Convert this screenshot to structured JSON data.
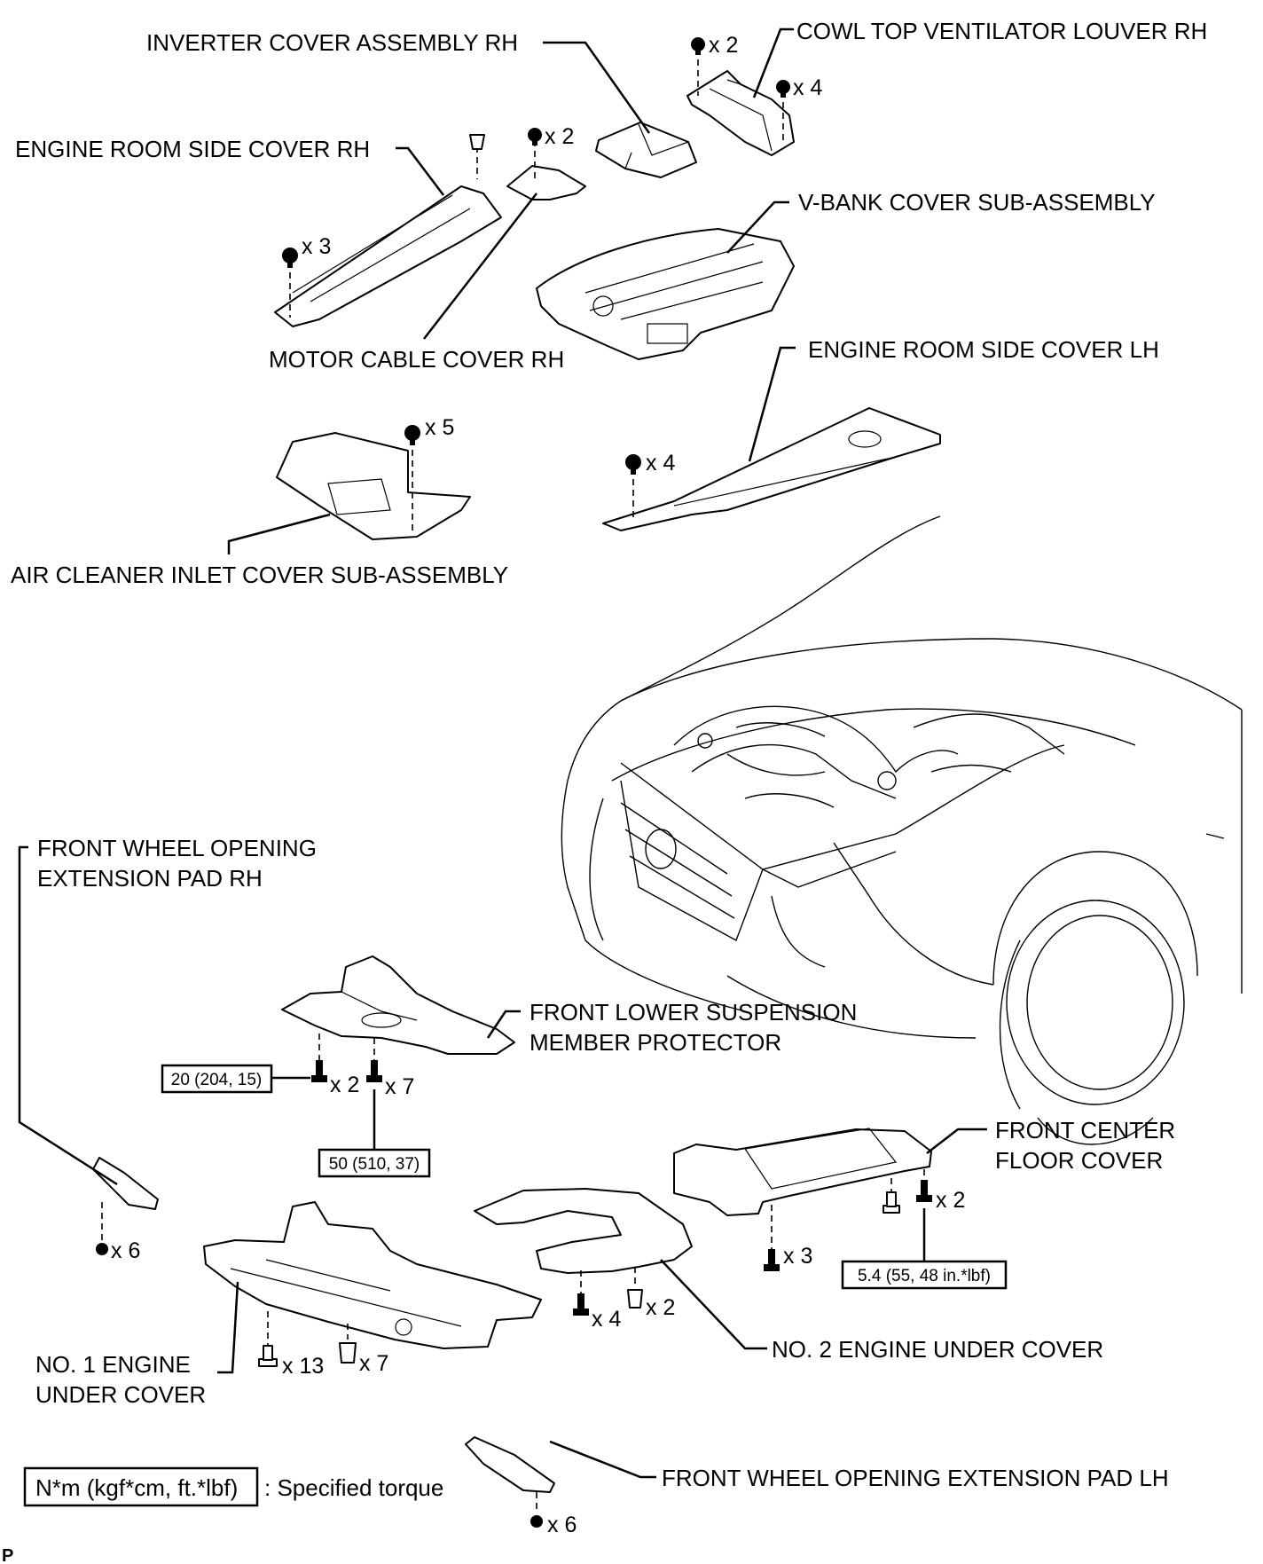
{
  "labels": {
    "inverter_cover_rh": "INVERTER COVER ASSEMBLY RH",
    "cowl_top_louver_rh": "COWL TOP VENTILATOR LOUVER RH",
    "engine_room_side_cover_rh": "ENGINE ROOM SIDE COVER RH",
    "v_bank_cover": "V-BANK COVER SUB-ASSEMBLY",
    "motor_cable_cover_rh": "MOTOR CABLE COVER RH",
    "engine_room_side_cover_lh": "ENGINE ROOM SIDE COVER LH",
    "air_cleaner_inlet_cover": "AIR CLEANER INLET COVER SUB-ASSEMBLY",
    "front_wheel_pad_rh_line1": "FRONT WHEEL OPENING",
    "front_wheel_pad_rh_line2": "EXTENSION PAD RH",
    "front_lower_protector_line1": "FRONT LOWER SUSPENSION",
    "front_lower_protector_line2": "MEMBER PROTECTOR",
    "front_center_floor_cover_line1": "FRONT CENTER",
    "front_center_floor_cover_line2": "FLOOR COVER",
    "no1_engine_under_cover_line1": "NO. 1 ENGINE",
    "no1_engine_under_cover_line2": "UNDER COVER",
    "no2_engine_under_cover": "NO. 2 ENGINE UNDER COVER",
    "front_wheel_pad_lh": "FRONT WHEEL OPENING EXTENSION PAD LH"
  },
  "fastener_counts": {
    "inverter": "x 2",
    "cowl": "x 4",
    "motor_cable": "x 2",
    "side_cover_rh": "x 3",
    "air_cleaner": "x 5",
    "side_cover_lh": "x 4",
    "protector_left": "x 2",
    "protector_right": "x 7",
    "pad_rh": "x 6",
    "floor_left": "x 3",
    "floor_right": "x 2",
    "no2_left": "x 4",
    "no2_right": "x 2",
    "no1_left": "x 13",
    "no1_right": "x 7",
    "pad_lh": "x 6"
  },
  "torque": {
    "protector_bolt": "20 (204, 15)",
    "protector_bolt2": "50 (510, 37)",
    "floor_bolt": "5.4 (55, 48 in.*lbf)"
  },
  "legend": {
    "unit_box": "N*m (kgf*cm, ft.*lbf)",
    "text": ": Specified torque"
  },
  "figure_code": "P"
}
